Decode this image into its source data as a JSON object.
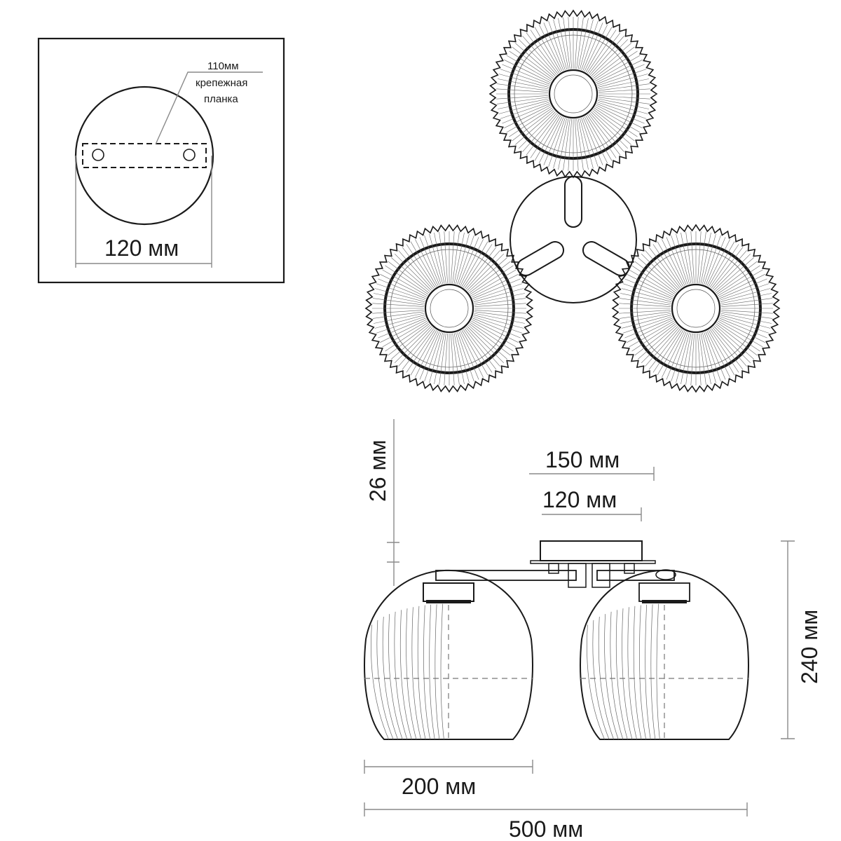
{
  "mount_inset": {
    "plate_width_label": "110мм",
    "plate_name_line1": "крепежная",
    "plate_name_line2": "планка",
    "base_diameter_label": "120 мм"
  },
  "side_view": {
    "canopy_height_label": "26 мм",
    "canopy_width_label": "150 мм",
    "plate_spacing_label": "120 мм",
    "total_height_label": "240 мм",
    "shade_diameter_label": "200 мм",
    "total_width_label": "500 мм"
  }
}
